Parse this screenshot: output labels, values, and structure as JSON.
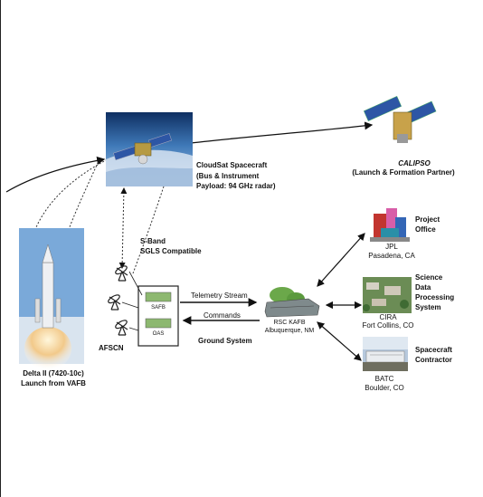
{
  "spacecraft": {
    "title": "CloudSat Spacecraft",
    "line2": "(Bus & Instrument",
    "line3": "Payload: 94 GHz radar)"
  },
  "calipso": {
    "name": "CALIPSO",
    "role": "(Launch & Formation Partner)"
  },
  "sband": {
    "line1": "S-Band",
    "line2": "SGLS Compatible"
  },
  "jpl": {
    "title1": "Project",
    "title2": "Office",
    "org": "JPL",
    "place": "Pasadena, CA"
  },
  "cira": {
    "title1": "Science",
    "title2": "Data",
    "title3": "Processing",
    "title4": "System",
    "org": "CIRA",
    "place": "Fort Collins, CO"
  },
  "batc": {
    "title1": "Spacecraft",
    "title2": "Contractor",
    "org": "BATC",
    "place": "Boulder, CO"
  },
  "rsc": {
    "org": "RSC KAFB",
    "place": "Albuquerque, NM"
  },
  "afscn": {
    "label": "AFSCN",
    "box1": "SAFB",
    "box2": "OAS"
  },
  "links": {
    "telemetry": "Telemetry Stream",
    "commands": "Commands",
    "ground": "Ground System"
  },
  "launch": {
    "line1": "Delta II (7420-10c)",
    "line2": "Launch from VAFB"
  },
  "colors": {
    "sky": "#3f79b8",
    "earth": "#5f97cc",
    "panel": "#2d56a5",
    "gold": "#b69a42",
    "building": "#7f8a8c",
    "tree": "#6ba84a"
  }
}
